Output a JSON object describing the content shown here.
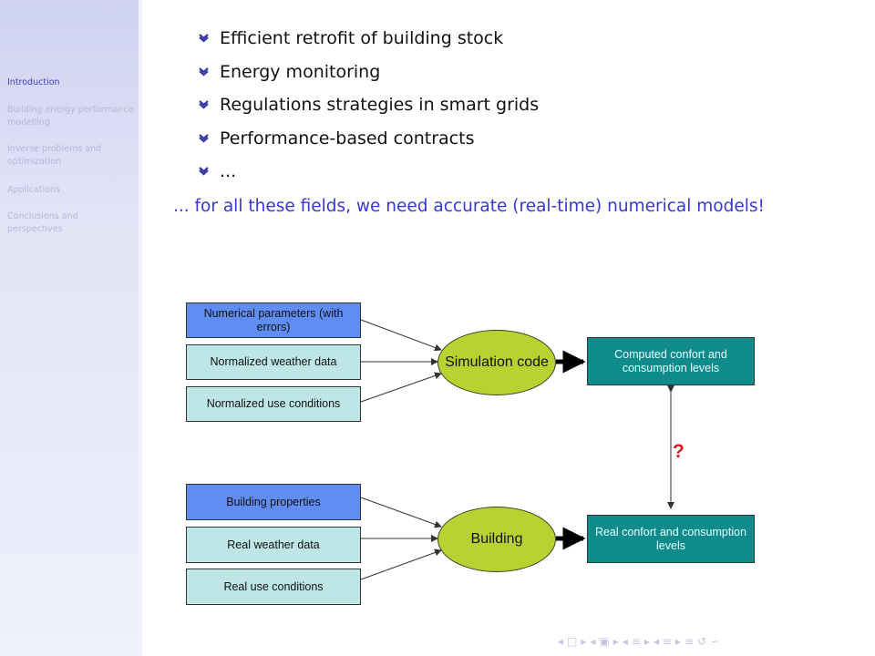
{
  "sidebar": {
    "items": [
      {
        "label": "Introduction",
        "active": true
      },
      {
        "label": "Building energy performance modelling",
        "active": false
      },
      {
        "label": "Inverse problems and optimization",
        "active": false
      },
      {
        "label": "Applications",
        "active": false
      },
      {
        "label": "Conclusions and perspectives",
        "active": false
      }
    ]
  },
  "bullets": [
    {
      "text": "Efficient retrofit of building stock"
    },
    {
      "text": "Energy monitoring"
    },
    {
      "text": "Regulations strategies in smart grids"
    },
    {
      "text": "Performance-based contracts"
    },
    {
      "text": "..."
    }
  ],
  "emphasis": "... for all these fields, we need accurate (real-time) numerical models!",
  "diagram": {
    "simulation_inputs": [
      "Numerical parameters (with errors)",
      "Normalized weather data",
      "Normalized use conditions"
    ],
    "simulation_node": "Simulation code",
    "simulation_output": "Computed confort and consumption levels",
    "real_inputs": [
      "Building properties",
      "Real weather data",
      "Real use conditions"
    ],
    "real_node": "Building",
    "real_output": "Real confort and consumption levels",
    "question": "?"
  },
  "colors": {
    "accent": "#3737d8",
    "box_blue": "#5f8df2",
    "box_light": "#bfe6e6",
    "box_teal": "#0f8b8b",
    "ellipse": "#b7d331",
    "question": "#d21e1e"
  },
  "nav_controls": [
    "◂",
    "□",
    "▸",
    "◂",
    "▣",
    "▸",
    "◂",
    "≡",
    "▸",
    "◂",
    "≡",
    "▸",
    "≡",
    "↺",
    "∽"
  ]
}
